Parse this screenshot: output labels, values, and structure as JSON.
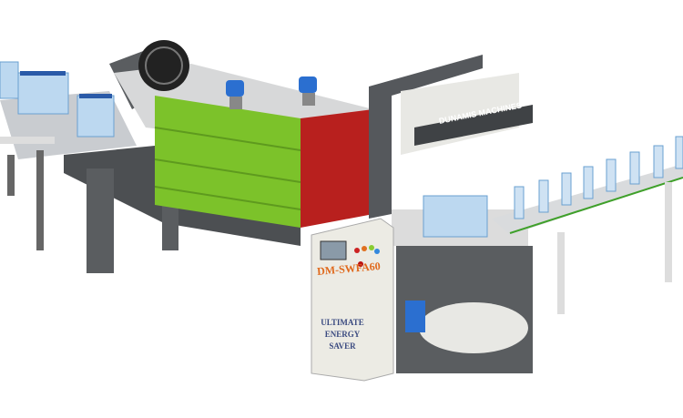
{
  "panel": {
    "model": "DM-SWFA60",
    "slogan_lines": [
      "ULTIMATE",
      "ENERGY",
      "SAVER"
    ]
  },
  "brand": "DUNAMIS MACHINES",
  "colors": {
    "green": "#7cc22a",
    "frame": "#555a5e",
    "panel": "#ecebe4",
    "red": "#b8201e",
    "model_text": "#e06a1e",
    "slogan_text": "#3a4a80"
  }
}
